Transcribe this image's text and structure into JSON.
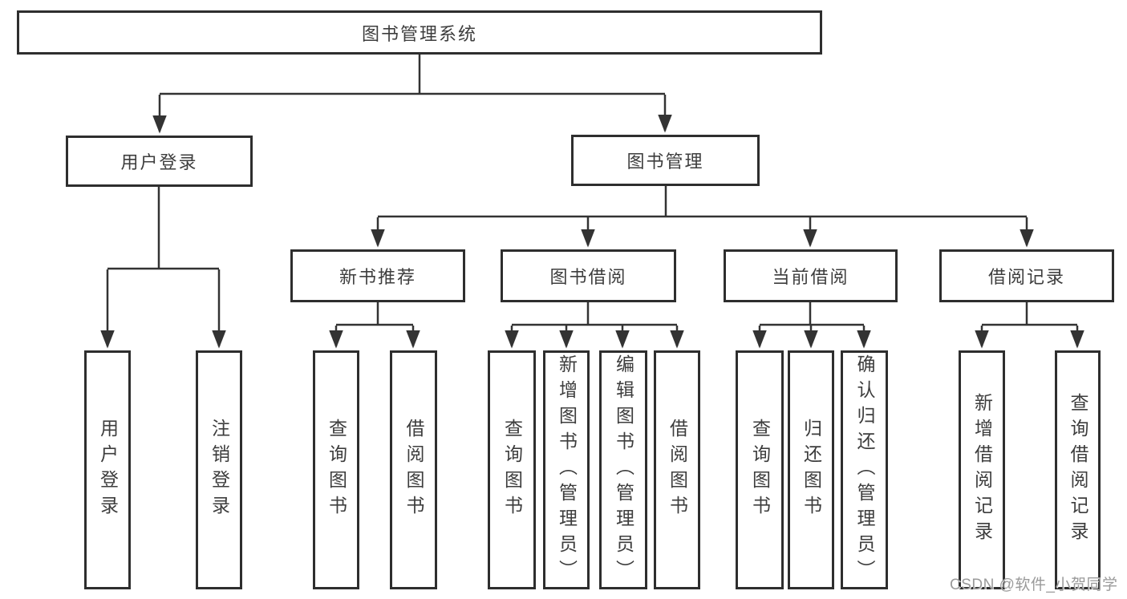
{
  "colors": {
    "background": "#ffffff",
    "line": "#333333",
    "box-border": "#2e2e2e",
    "box-text": "#3d3d3d",
    "watermark": "#9a9a9a"
  },
  "tree": {
    "label": "图书管理系统",
    "children": [
      {
        "label": "用户登录",
        "children": [
          {
            "label": "用户登录"
          },
          {
            "label": "注销登录"
          }
        ]
      },
      {
        "label": "图书管理",
        "children": [
          {
            "label": "新书推荐",
            "children": [
              {
                "label": "查询图书"
              },
              {
                "label": "借阅图书"
              }
            ]
          },
          {
            "label": "图书借阅",
            "children": [
              {
                "label": "查询图书"
              },
              {
                "label": "新增图书（管理员）"
              },
              {
                "label": "编辑图书（管理员）"
              },
              {
                "label": "借阅图书"
              }
            ]
          },
          {
            "label": "当前借阅",
            "children": [
              {
                "label": "查询图书"
              },
              {
                "label": "归还图书"
              },
              {
                "label": "确认归还（管理员）"
              }
            ]
          },
          {
            "label": "借阅记录",
            "children": [
              {
                "label": "新增借阅记录"
              },
              {
                "label": "查询借阅记录"
              }
            ]
          }
        ]
      }
    ]
  },
  "watermark": {
    "text": "CSDN @软件_小贺同学"
  }
}
